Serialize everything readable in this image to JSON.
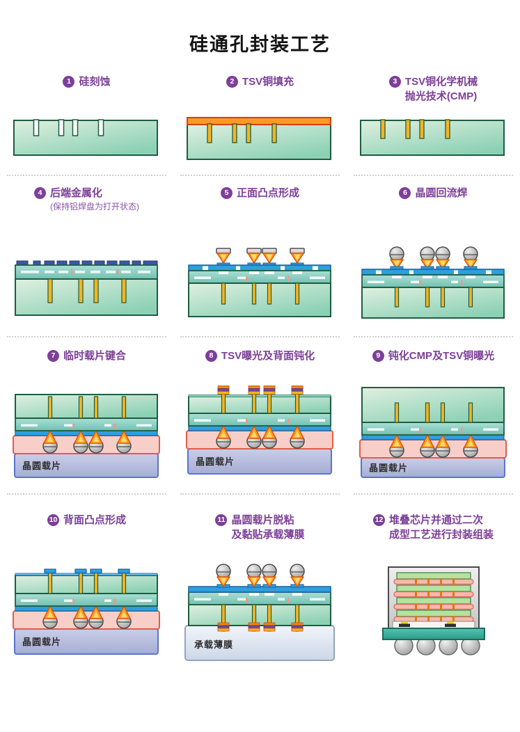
{
  "title": "硅通孔封装工艺",
  "steps": [
    {
      "num": "1",
      "line1": "硅刻蚀"
    },
    {
      "num": "2",
      "line1": "TSV铜填充"
    },
    {
      "num": "3",
      "line1": "TSV铜化学机械",
      "line2": "抛光技术(CMP)"
    },
    {
      "num": "4",
      "line1": "后端金属化",
      "sub": "(保持铝焊盘为打开状态)"
    },
    {
      "num": "5",
      "line1": "正面凸点形成"
    },
    {
      "num": "6",
      "line1": "晶圆回流焊"
    },
    {
      "num": "7",
      "line1": "临时载片键合"
    },
    {
      "num": "8",
      "line1": "TSV曝光及背面钝化"
    },
    {
      "num": "9",
      "line1": "钝化CMP及TSV铜曝光"
    },
    {
      "num": "10",
      "line1": "背面凸点形成"
    },
    {
      "num": "11",
      "line1": "晶圆载片脱粘",
      "line2": "及黏贴承载薄膜"
    },
    {
      "num": "12",
      "line1": "堆叠芯片并通过二次",
      "line2": "成型工艺进行封装组装"
    }
  ],
  "diagram_labels": {
    "wafer_carrier": "晶圆载片",
    "carrier_film": "承载薄膜"
  },
  "colors": {
    "accent_purple": "#7d3f98",
    "wafer_green": "#8cd1b5",
    "wafer_border_green": "#1f5c40",
    "copper_yellow": "#f5b520",
    "seed_orange": "#f89b25",
    "pad_navy": "#3a57a8",
    "pad_blue": "#2f9ede",
    "solder_gray": "#b5b5b5",
    "flame_orange": "#f7a01e",
    "adhesive_pink": "#f8cfc8",
    "carrier_lavender": "#b6bcdc",
    "film_gray_blue": "#dde6f2",
    "board_teal": "#3fb8a8"
  }
}
